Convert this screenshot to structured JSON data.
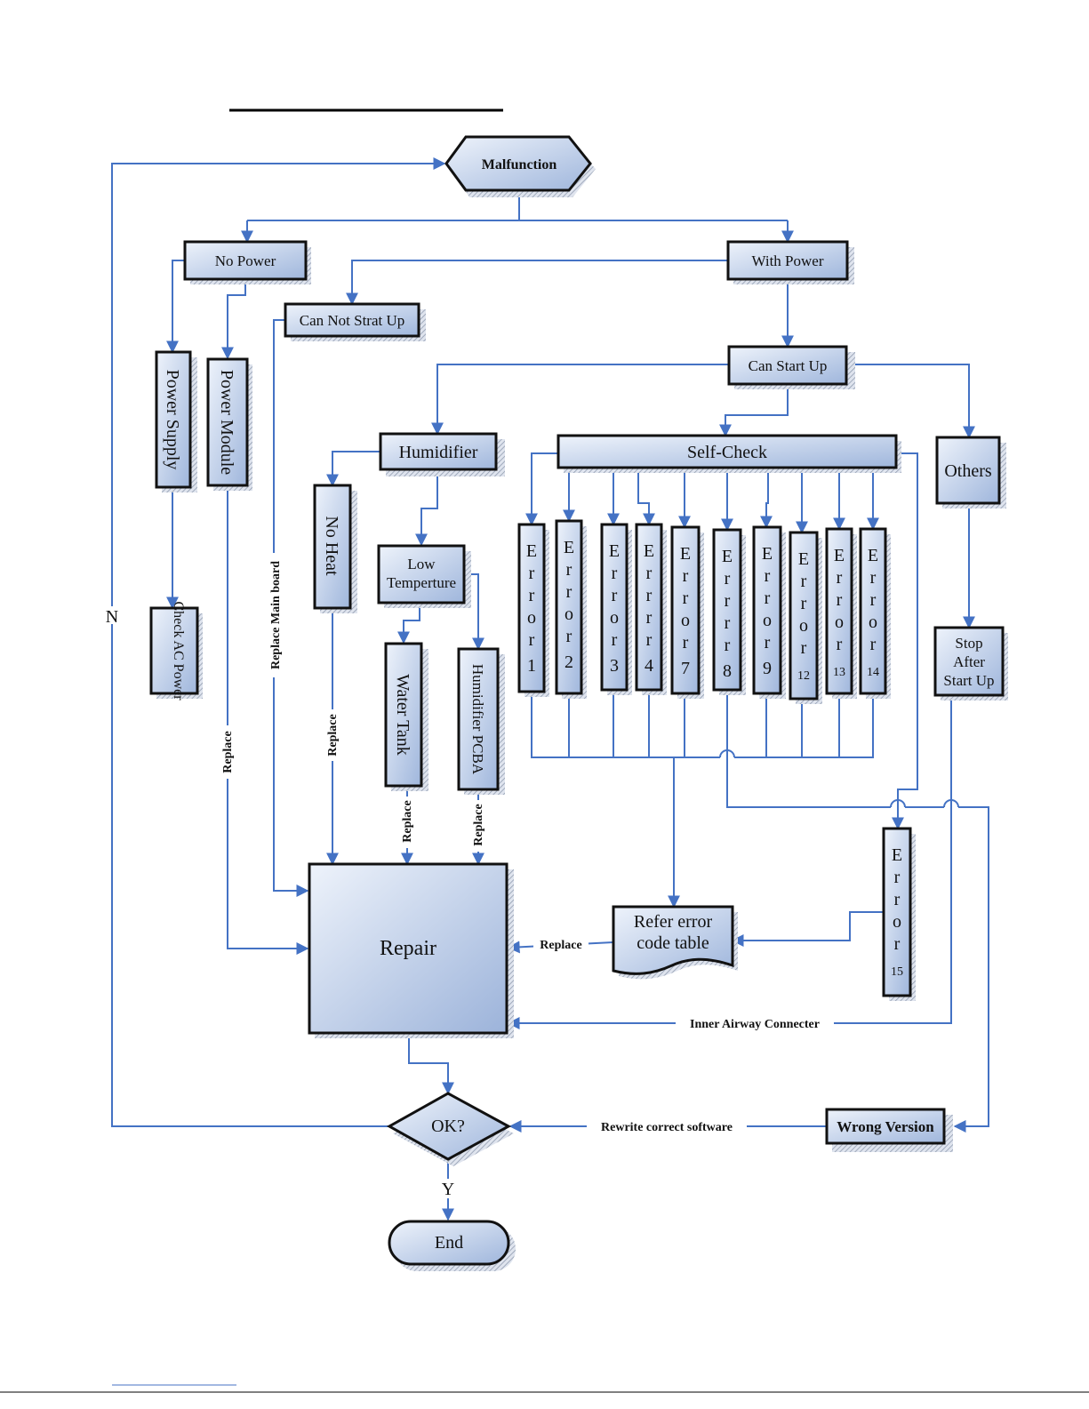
{
  "nodes": {
    "malfunction": "Malfunction",
    "no_power": "No Power",
    "with_power": "With Power",
    "can_not_start_up": "Can Not Strat Up",
    "can_start_up": "Can Start Up",
    "power_supply": "Power Supply",
    "power_module": "Power Module",
    "check_ac_power": "Check AC Power",
    "humidifier": "Humidifier",
    "no_heat": "No Heat",
    "low_temperature": [
      "Low",
      "Temperture"
    ],
    "water_tank": "Water Tank",
    "humidifier_pcba": "Humidifier PCBA",
    "self_check": "Self-Check",
    "others": "Others",
    "stop_after_start_up": [
      "Stop",
      "After",
      "Start Up"
    ],
    "errors": [
      {
        "letters": [
          "E",
          "r",
          "r",
          "o",
          "r"
        ],
        "num": "1"
      },
      {
        "letters": [
          "E",
          "r",
          "r",
          "o",
          "r"
        ],
        "num": "2"
      },
      {
        "letters": [
          "E",
          "r",
          "r",
          "o",
          "r"
        ],
        "num": "3"
      },
      {
        "letters": [
          "E",
          "r",
          "r",
          "r",
          "r"
        ],
        "num": "4"
      },
      {
        "letters": [
          "E",
          "r",
          "r",
          "o",
          "r"
        ],
        "num": "7"
      },
      {
        "letters": [
          "E",
          "r",
          "r",
          "r",
          "r"
        ],
        "num": "8"
      },
      {
        "letters": [
          "E",
          "r",
          "r",
          "o",
          "r"
        ],
        "num": "9"
      },
      {
        "letters": [
          "E",
          "r",
          "r",
          "o",
          "r"
        ],
        "num": "12"
      },
      {
        "letters": [
          "E",
          "r",
          "r",
          "o",
          "r"
        ],
        "num": "13"
      },
      {
        "letters": [
          "E",
          "r",
          "r",
          "o",
          "r"
        ],
        "num": "14"
      }
    ],
    "error15": {
      "letters": [
        "E",
        "r",
        "r",
        "o",
        "r"
      ],
      "num": "15"
    },
    "refer_error_code_table": [
      "Refer error",
      "code table"
    ],
    "repair": "Repair",
    "wrong_version": "Wrong Version",
    "ok": "OK?",
    "end": "End"
  },
  "edge_labels": {
    "n": "N",
    "y": "Y",
    "replace": "Replace",
    "replace_main_board": "Replace Main board",
    "inner_airway_connecter": "Inner Airway Connecter",
    "rewrite_correct_software": "Rewrite correct software"
  },
  "colors": {
    "connector": "#4472c4",
    "node_fill_light": "#e3ebf7",
    "node_fill_dark": "#a9bde0",
    "node_border": "#111111",
    "shadow": "#9aa6b8"
  }
}
